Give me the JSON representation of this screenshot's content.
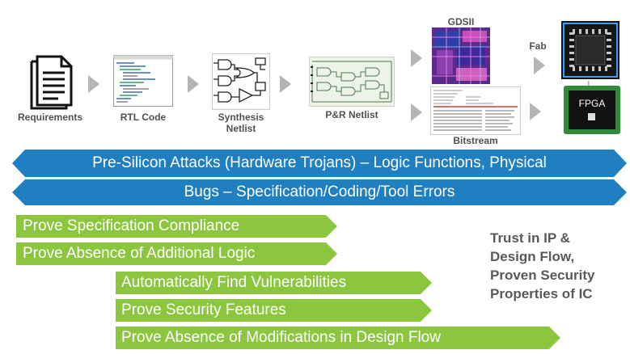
{
  "flow": {
    "requirements": "Requirements",
    "rtl_code": "RTL Code",
    "synthesis_netlist_line1": "Synthesis",
    "synthesis_netlist_line2": "Netlist",
    "pr_netlist": "P&R Netlist",
    "gdsii": "GDSII",
    "bitstream": "Bitstream",
    "fab": "Fab",
    "fpga": "FPGA"
  },
  "banners": {
    "pre_silicon": "Pre-Silicon Attacks (Hardware Trojans) – Logic Functions, Physical",
    "bugs": "Bugs – Specification/Coding/Tool Errors"
  },
  "green_arrows": [
    "Prove Specification Compliance",
    "Prove Absence of Additional Logic",
    "Automatically Find Vulnerabilities",
    "Prove Security Features",
    "Prove Absence of Modifications in Design Flow"
  ],
  "side_note": [
    "Trust in IP &",
    "Design Flow,",
    "Proven Security",
    "Properties of IC"
  ],
  "colors": {
    "blue": "#1f7fc1",
    "green": "#8cc63f",
    "arrow_gray": "#b5b5b5",
    "text_gray": "#505050"
  }
}
